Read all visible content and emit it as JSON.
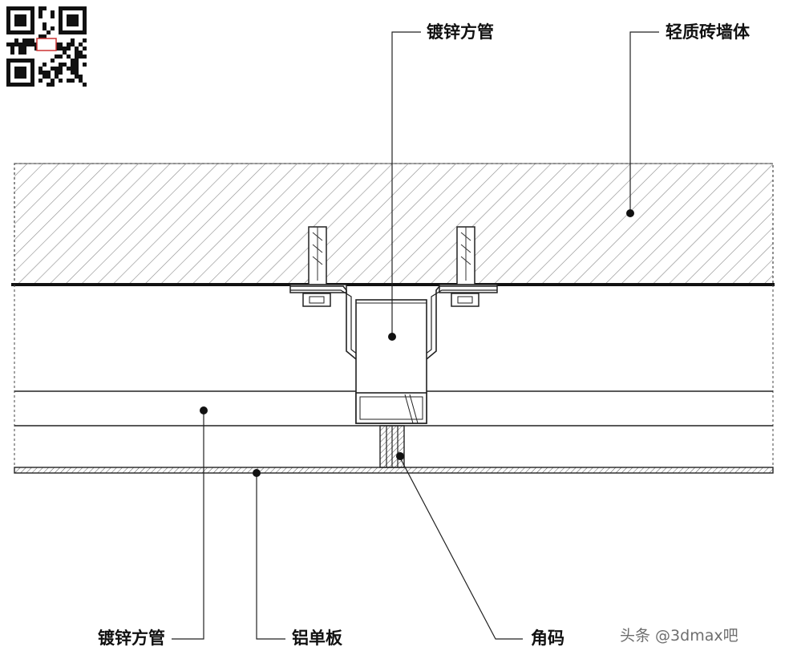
{
  "labels": {
    "tube_top": "镀锌方管",
    "wall": "轻质砖墙体",
    "tube_bottom": "镀锌方管",
    "panel": "铝单板",
    "bracket": "角码"
  },
  "watermark": {
    "source": "头条 @3dmax吧"
  },
  "colors": {
    "line": "#111111",
    "hatch": "#8a8a8a",
    "background": "#ffffff"
  },
  "icons": [
    "qr-code-icon"
  ]
}
